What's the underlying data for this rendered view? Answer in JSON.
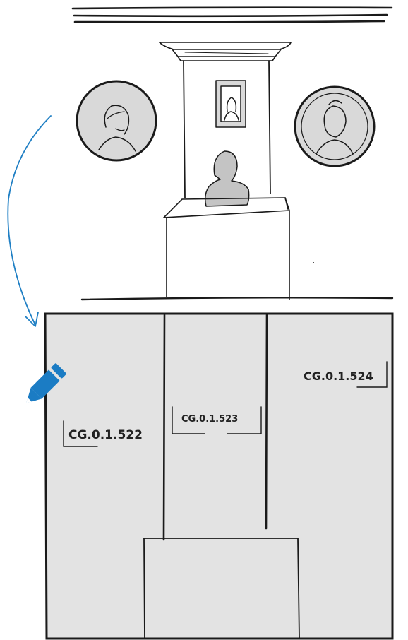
{
  "labels": {
    "left": "CG.0.1.522",
    "center": "CG.0.1.523",
    "right": "CG.0.1.524"
  },
  "colors": {
    "ink": "#1a1a1a",
    "panel_fill": "#e3e3e3",
    "portrait_fill": "#d9d9d9",
    "bust_fill": "#c4c4c4",
    "arrow_blue": "#1f7fc4",
    "pencil_blue": "#1b7cc4"
  },
  "icons": {
    "edit": "pencil-icon",
    "pointer": "curved-arrow"
  }
}
